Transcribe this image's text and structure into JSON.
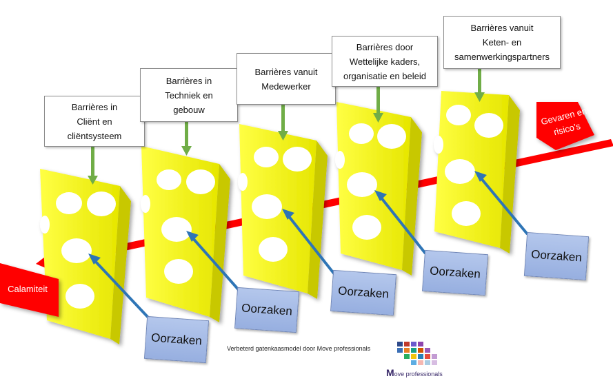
{
  "barriers": [
    {
      "text": "Barrières in\nCliënt en\ncliëntsysteem"
    },
    {
      "text": "Barrières in\nTechniek en\ngebouw"
    },
    {
      "text": "Barrières vanuit\nMedewerker"
    },
    {
      "text": "Barrières door\nWettelijke kaders,\norganisatie en beleid"
    },
    {
      "text": "Barrières vanuit\nKeten- en\nsamenwerkingspartners"
    }
  ],
  "causes": [
    {
      "text": "Oorzaken"
    },
    {
      "text": "Oorzaken"
    },
    {
      "text": "Oorzaken"
    },
    {
      "text": "Oorzaken"
    },
    {
      "text": "Oorzaken"
    }
  ],
  "hazard_label": "Gevaren en\nrisico’s",
  "incident_label": "Calamiteit",
  "caption": "Verbeterd gatenkaasmodel door Move professionals",
  "logo": {
    "initial": "M",
    "rest": "ove professionals"
  },
  "colors": {
    "cheese": "#f5f51f",
    "cheese_side": "#c8c800",
    "hazard_arrow": "#ff0000",
    "barrier_arrow": "#70ad47",
    "cause_arrow": "#2e75b6",
    "cause_box": "#a9bde8"
  }
}
